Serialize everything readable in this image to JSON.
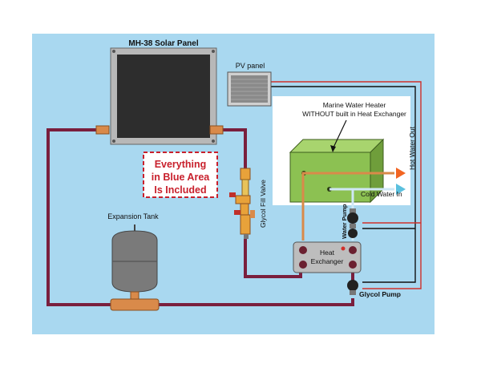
{
  "labels": {
    "solar_panel": "MH-38 Solar Panel",
    "pv_panel": "PV panel",
    "heater_line1": "Marine Water Heater",
    "heater_line2": "WITHOUT built in Heat Exchanger",
    "everything_line1": "Everything",
    "everything_line2": "in Blue Area",
    "everything_line3": "Is Included",
    "expansion_tank": "Expansion Tank",
    "glycol_fill_valve": "Glycol Fill Valve",
    "hot_water_out": "Hot Water Out",
    "cold_water_in": "Cold Water In",
    "water_pump": "Water Pump",
    "heat_exchanger_line1": "Heat",
    "heat_exchanger_line2": "Exchanger",
    "glycol_pump": "Glycol Pump"
  },
  "colors": {
    "blue_area": "#a9d8f0",
    "glycol_pipe": "#7a1f3d",
    "heater_green": "#8cc152",
    "copper": "#d98a4a",
    "red_wire": "#d0302a",
    "everything_text": "#c8202c",
    "hot_arrow": "#f26522",
    "cold_arrow": "#5bc0de"
  }
}
